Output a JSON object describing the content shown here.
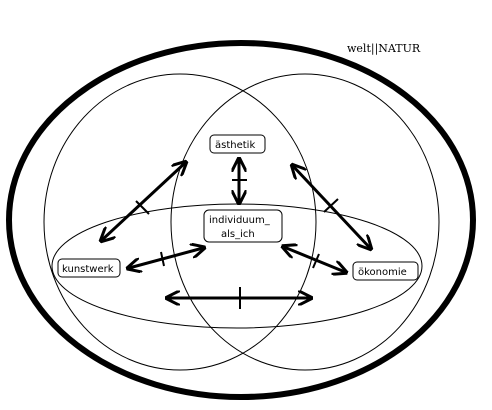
{
  "diagram": {
    "outer_label": "welt||NATUR",
    "nodes": {
      "aesthetik": "ästhetik",
      "individuum_line1": "individuum_",
      "individuum_line2": "als_ich",
      "kunstwerk": "kunstwerk",
      "oekonomie": "ökonomie"
    }
  },
  "colors": {
    "stroke": "#000000",
    "background": "#ffffff"
  }
}
